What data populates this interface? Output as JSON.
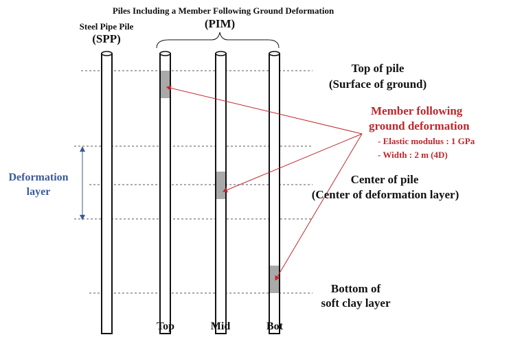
{
  "header": {
    "pim_full_name": "Piles Including a Member Following Ground Deformation",
    "pim_abbr": "(PIM)",
    "spp_full_name": "Steel Pipe Pile",
    "spp_abbr": "(SPP)"
  },
  "levels": {
    "top_line1": "Top of pile",
    "top_line2": "(Surface of ground)",
    "center_line1": "Center of pile",
    "center_line2": "(Center of deformation layer)",
    "bottom_line1": "Bottom of",
    "bottom_line2": "soft clay layer"
  },
  "deformation_layer": {
    "line1": "Deformation",
    "line2": "layer",
    "color": "#3b5a9a"
  },
  "member": {
    "title_line1": "Member following",
    "title_line2": "ground deformation",
    "prop1": "- Elastic modulus : 1 GPa",
    "prop2": "- Width : 2 m (4D)",
    "color": "#c0262c",
    "fill_color": "#a9a9a9"
  },
  "piles": {
    "top": "Top",
    "mid": "Mid",
    "bot": "Bot"
  }
}
